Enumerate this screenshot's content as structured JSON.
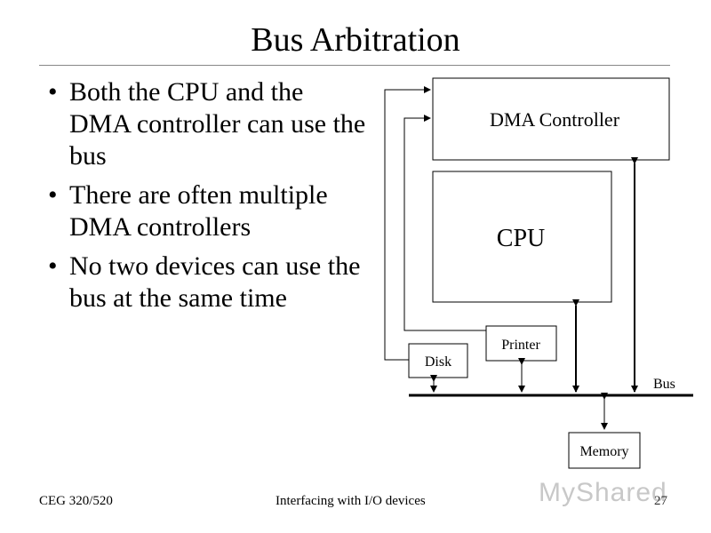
{
  "slide": {
    "title": "Bus Arbitration",
    "bullets": [
      "Both the CPU and the DMA controller can use the bus",
      "There are often multiple DMA controllers",
      "No two devices can use the bus at the same time"
    ]
  },
  "diagram": {
    "boxes": {
      "dma_controller": "DMA Controller",
      "cpu": "CPU",
      "printer": "Printer",
      "disk": "Disk",
      "memory": "Memory"
    },
    "bus_label": "Bus"
  },
  "footer": {
    "left": "CEG 320/520",
    "center": "Interfacing with I/O devices",
    "page_number": "27"
  },
  "watermark": "MyShared"
}
